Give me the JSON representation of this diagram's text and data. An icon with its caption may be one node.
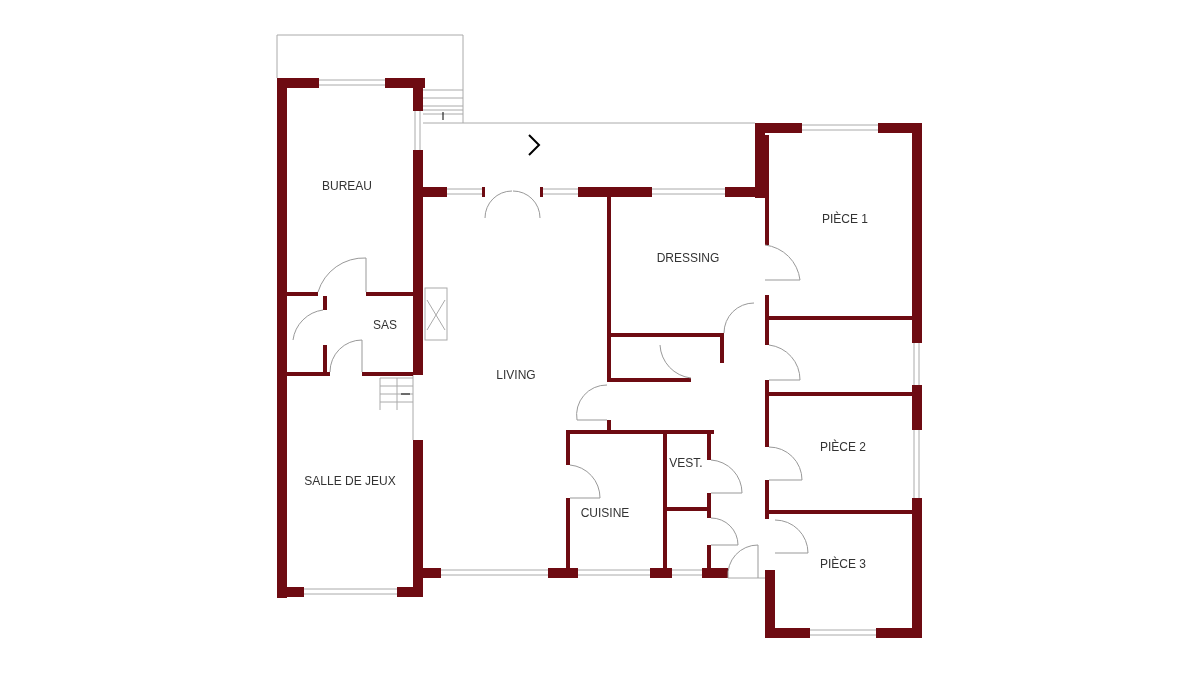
{
  "diagram": {
    "nodes": [
      {
        "text": [
          "BUREAU"
        ]
      },
      {
        "text": [
          "SAS"
        ]
      },
      {
        "text": [
          "SALLE DE JEUX"
        ]
      },
      {
        "text": [
          "LIVING"
        ]
      },
      {
        "text": [
          "DRESSING"
        ]
      },
      {
        "text": [
          "PIÈCE 1"
        ]
      },
      {
        "text": [
          "PIÈCE 2"
        ]
      },
      {
        "text": [
          "PIÈCE 3"
        ]
      },
      {
        "text": [
          "CUISINE"
        ]
      },
      {
        "text": [
          "VEST."
        ]
      }
    ]
  }
}
